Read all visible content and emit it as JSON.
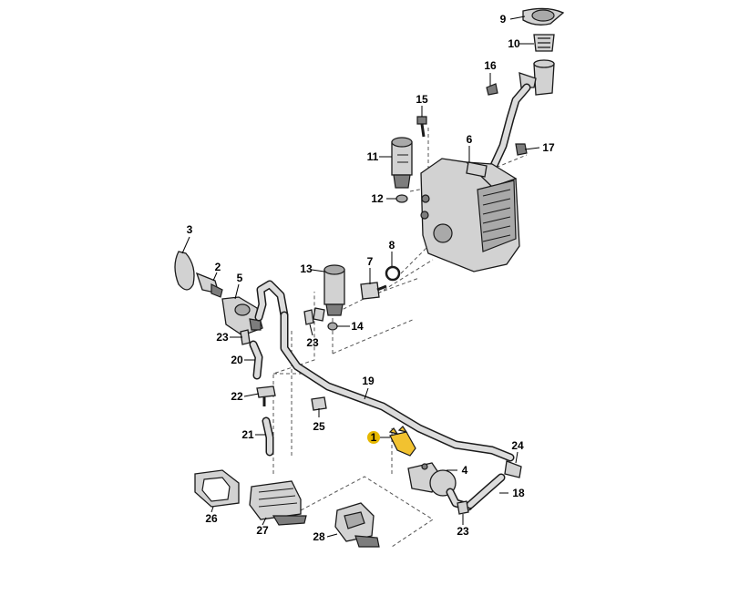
{
  "callouts": [
    {
      "num": "1",
      "highlighted": true
    },
    {
      "num": "2"
    },
    {
      "num": "3"
    },
    {
      "num": "4"
    },
    {
      "num": "5"
    },
    {
      "num": "6"
    },
    {
      "num": "7"
    },
    {
      "num": "8"
    },
    {
      "num": "9"
    },
    {
      "num": "10"
    },
    {
      "num": "11"
    },
    {
      "num": "12"
    },
    {
      "num": "13"
    },
    {
      "num": "14"
    },
    {
      "num": "15"
    },
    {
      "num": "16"
    },
    {
      "num": "17"
    },
    {
      "num": "18"
    },
    {
      "num": "19"
    },
    {
      "num": "20"
    },
    {
      "num": "21"
    },
    {
      "num": "22"
    },
    {
      "num": "23"
    },
    {
      "num": "23"
    },
    {
      "num": "23"
    },
    {
      "num": "24"
    },
    {
      "num": "25"
    },
    {
      "num": "26"
    },
    {
      "num": "27"
    },
    {
      "num": "28"
    }
  ],
  "colors": {
    "highlight": "#e6b800",
    "line": "#1a1a1a",
    "part_fill": "#d2d2d2"
  }
}
